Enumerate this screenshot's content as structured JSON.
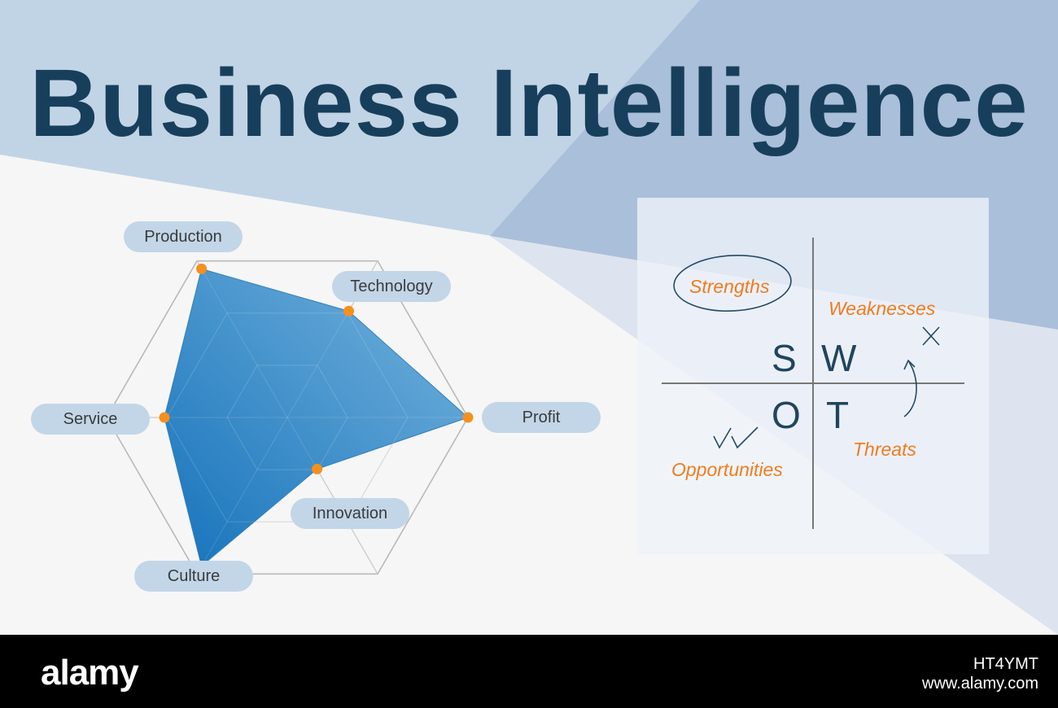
{
  "title": "Business Intelligence",
  "colors": {
    "title": "#173f5b",
    "radar_fill": "#3f8ccb",
    "radar_point": "#f5901e",
    "pill": "#c2d6e8",
    "swot_accent": "#ef7c1f",
    "swot_ink": "#21455e"
  },
  "radar": {
    "axes": [
      "Production",
      "Technology",
      "Profit",
      "Innovation",
      "Culture",
      "Service"
    ],
    "values": [
      0.95,
      0.68,
      1.0,
      0.33,
      0.95,
      0.68
    ]
  },
  "swot": {
    "letters": {
      "s": "S",
      "w": "W",
      "o": "O",
      "t": "T"
    },
    "labels": {
      "strengths": "Strengths",
      "weaknesses": "Weaknesses",
      "opportunities": "Opportunities",
      "threats": "Threats"
    },
    "doodles": [
      "ellipse-circle",
      "x-mark-icon",
      "curved-arrow-icon",
      "double-checkmark-icon"
    ]
  },
  "footer": {
    "logo": "alamy",
    "image_id": "HT4YMT",
    "site": "www.alamy.com"
  }
}
